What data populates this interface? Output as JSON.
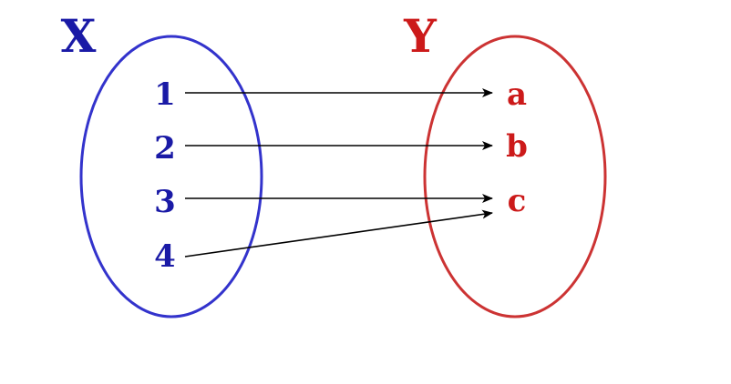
{
  "diagram": {
    "domain": {
      "title": "X",
      "color": "#3333cc",
      "elements": [
        "1",
        "2",
        "3",
        "4"
      ]
    },
    "codomain": {
      "title": "Y",
      "color": "#cc3333",
      "elements": [
        "a",
        "b",
        "c"
      ]
    },
    "mapping": [
      {
        "from": "1",
        "to": "a"
      },
      {
        "from": "2",
        "to": "b"
      },
      {
        "from": "3",
        "to": "c"
      },
      {
        "from": "4",
        "to": "c"
      }
    ]
  }
}
